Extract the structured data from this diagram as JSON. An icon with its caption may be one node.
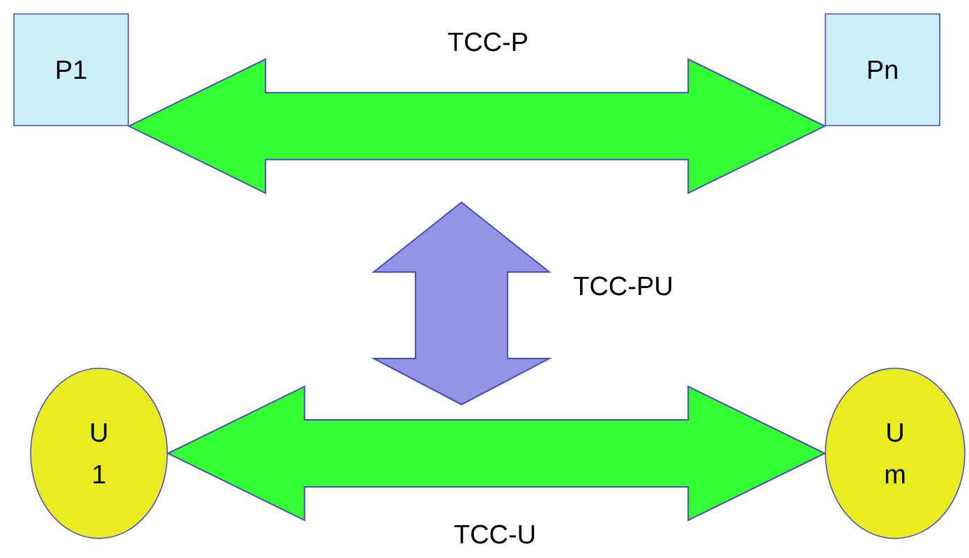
{
  "diagram": {
    "nodes": [
      {
        "text": [
          "P1"
        ]
      },
      {
        "text": [
          "Pn"
        ]
      },
      {
        "text": [
          "U 1"
        ]
      },
      {
        "text": [
          "U m"
        ]
      }
    ],
    "edges": [
      {
        "from": 0,
        "to": 1,
        "arrow": "both",
        "label": "TCC-P"
      },
      {
        "from": 2,
        "to": 3,
        "arrow": "both",
        "label": "TCC-U"
      }
    ],
    "labels": [
      "TCC-PU"
    ]
  }
}
